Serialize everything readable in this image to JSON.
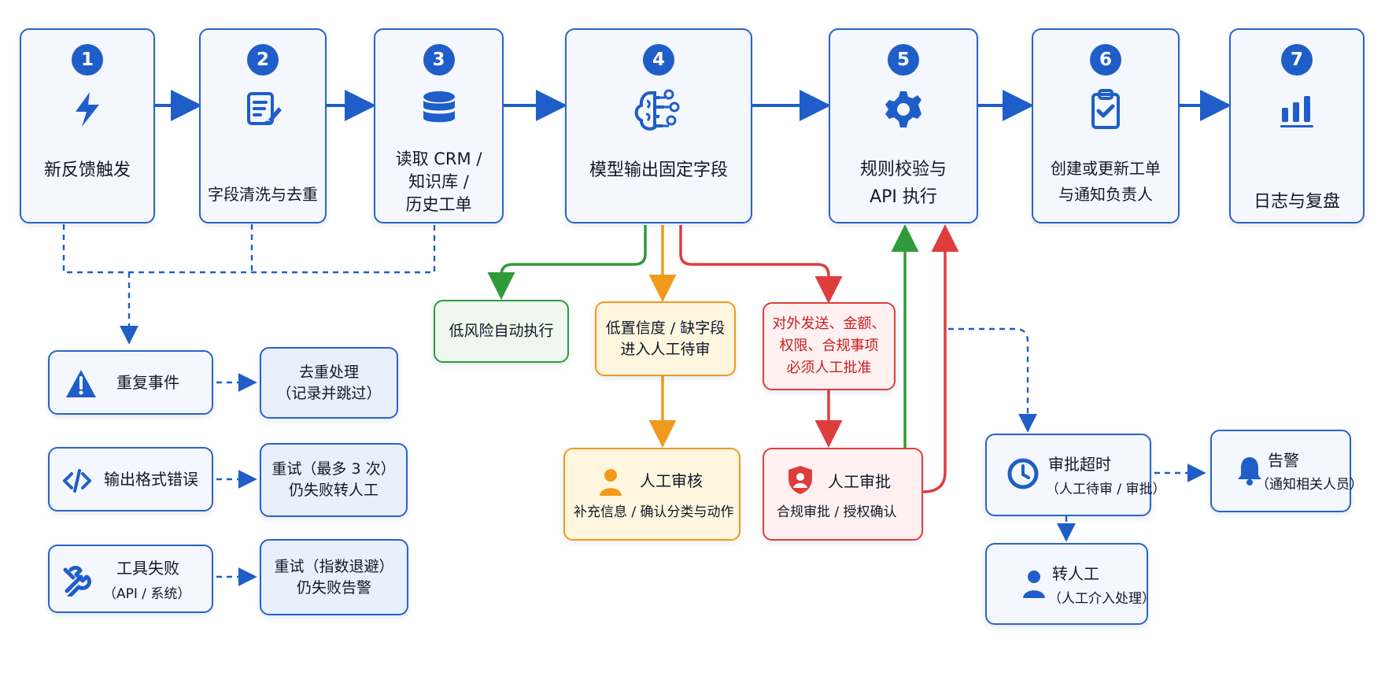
{
  "steps": [
    {
      "number": "1",
      "icon": "lightning-icon",
      "label_lines": [
        "新反馈触发"
      ]
    },
    {
      "number": "2",
      "icon": "document-brush-icon",
      "label_lines": [
        "字段清洗与去重"
      ]
    },
    {
      "number": "3",
      "icon": "database-icon",
      "label_lines": [
        "读取 CRM /",
        "知识库 /",
        "历史工单"
      ]
    },
    {
      "number": "4",
      "icon": "brain-circuit-icon",
      "label_lines": [
        "模型输出固定字段"
      ]
    },
    {
      "number": "5",
      "icon": "gear-icon",
      "label_lines": [
        "规则校验与",
        "API 执行"
      ]
    },
    {
      "number": "6",
      "icon": "clipboard-check-icon",
      "label_lines": [
        "创建或更新工单",
        "与通知负责人"
      ]
    },
    {
      "number": "7",
      "icon": "bar-chart-icon",
      "label_lines": [
        "日志与复盘"
      ]
    }
  ],
  "exceptions": [
    {
      "title": "重复事件",
      "subtitle": "",
      "icon": "warning-icon",
      "result_lines": [
        "去重处理",
        "（记录并跳过）"
      ]
    },
    {
      "title": "输出格式错误",
      "subtitle": "",
      "icon": "code-icon",
      "result_lines": [
        "重试（最多 3 次）",
        "仍失败转人工"
      ]
    },
    {
      "title": "工具失败",
      "subtitle": "（API / 系统）",
      "icon": "tools-icon",
      "result_lines": [
        "重试（指数退避）",
        "仍失败告警"
      ]
    }
  ],
  "branches": {
    "low_risk": {
      "lines": [
        "低风险自动执行"
      ]
    },
    "low_confidence": {
      "lines": [
        "低置信度 / 缺字段",
        "进入人工待审"
      ]
    },
    "must_approve": {
      "lines": [
        "对外发送、金额、",
        "权限、合规事项",
        "必须人工批准"
      ]
    },
    "manual_review": {
      "title": "人工审核",
      "subtitle": "补充信息 / 确认分类与动作",
      "icon": "person-icon"
    },
    "manual_approval": {
      "title": "人工审批",
      "subtitle": "合规审批 / 授权确认",
      "icon": "shield-person-icon"
    }
  },
  "timeout": {
    "approval_timeout": {
      "title": "审批超时",
      "subtitle": "（人工待审 / 审批）",
      "icon": "clock-icon"
    },
    "alert": {
      "title": "告警",
      "subtitle": "（通知相关人员）",
      "icon": "bell-icon"
    },
    "handoff": {
      "title": "转人工",
      "subtitle": "（人工介入处理）",
      "icon": "person-icon"
    }
  },
  "colors": {
    "primary_blue": "#1f5ec8",
    "node_border_blue": "#2a63c7",
    "green": "#2f9b3a",
    "orange": "#ef9a1f",
    "red": "#df3d3d"
  }
}
